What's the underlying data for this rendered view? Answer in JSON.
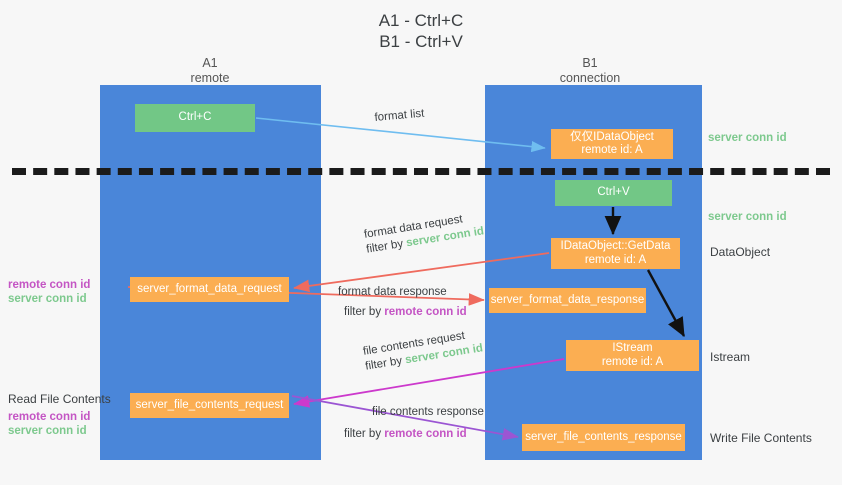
{
  "title": {
    "line1": "A1 - Ctrl+C",
    "line2": "B1 - Ctrl+V"
  },
  "colors": {
    "lane": "#4a86d9",
    "box_orange": "#fbae52",
    "box_green": "#72c786",
    "server_conn_id": "#7dc98e",
    "remote_conn_id": "#c455c4",
    "arrow_red": "#ef6b5e",
    "arrow_blue": "#6fbdf0",
    "arrow_magenta": "#cc39cc",
    "arrow_purple": "#9b55d3",
    "arrow_black": "#111111",
    "background": "#f7f7f7"
  },
  "lanes": [
    {
      "id": "a1",
      "title": "A1",
      "subtitle": "remote"
    },
    {
      "id": "b1",
      "title": "B1",
      "subtitle": "connection"
    }
  ],
  "boxes": {
    "ctrl_c": {
      "line1": "Ctrl+C"
    },
    "ctrl_v": {
      "line1": "Ctrl+V"
    },
    "idataobject": {
      "line1": "仅仅IDataObject",
      "line2": "remote id: A"
    },
    "getdata": {
      "line1": "IDataObject::GetData",
      "line2": "remote id: A"
    },
    "istream": {
      "line1": "IStream",
      "line2": "remote id: A"
    },
    "server_format_data_request": {
      "line1": "server_format_data_request"
    },
    "server_format_data_response": {
      "line1": "server_format_data_response"
    },
    "server_file_contents_request": {
      "line1": "server_file_contents_request"
    },
    "server_file_contents_response": {
      "line1": "server_file_contents_response"
    }
  },
  "edges": {
    "format_list": "format list",
    "format_data_request": "format data request",
    "format_data_response": "format data response",
    "file_contents_request": "file contents request",
    "file_contents_response": "file contents response",
    "filter_by": "filter by",
    "server_conn_id": "server conn id",
    "remote_conn_id": "remote conn id"
  },
  "annotations": {
    "server_conn_id": "server conn id",
    "remote_conn_id": "remote conn id",
    "dataobject": "DataObject",
    "istream": "Istream",
    "write_file_contents": "Write File Contents",
    "read_file_contents": "Read File Contents"
  }
}
